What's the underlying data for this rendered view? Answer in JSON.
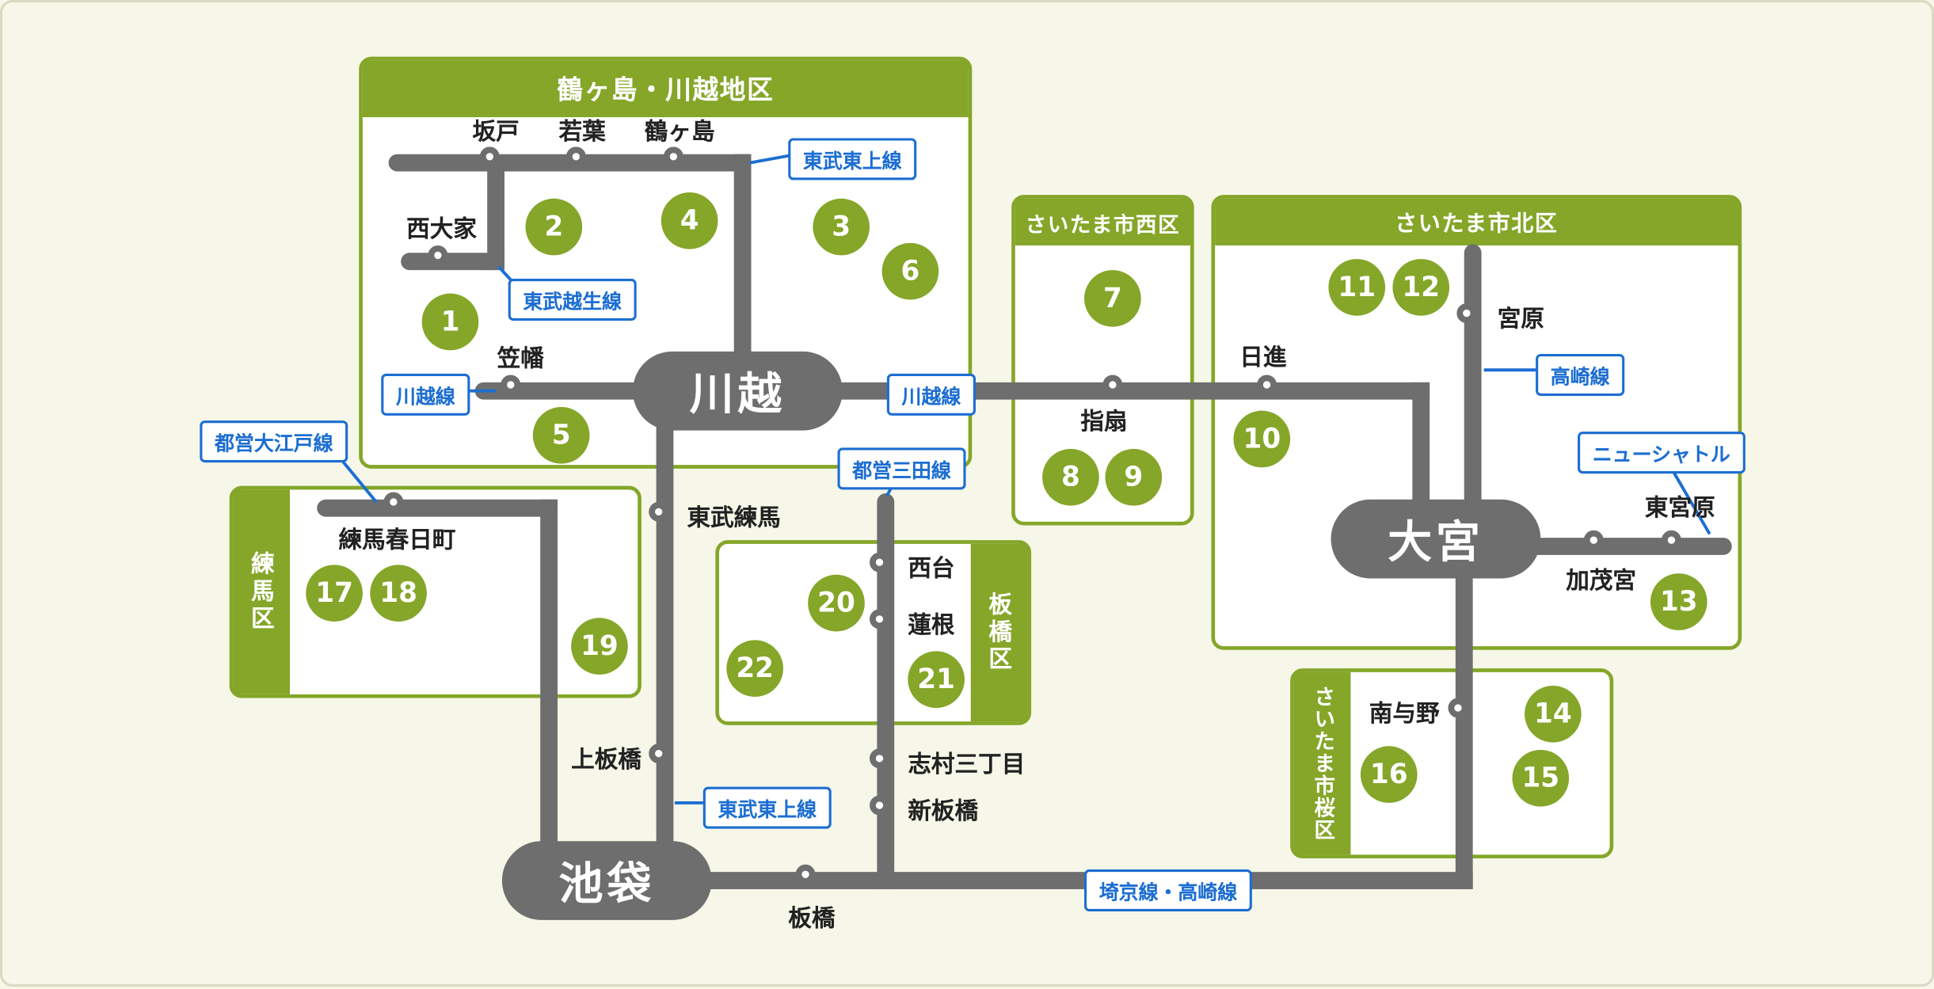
{
  "palette": {
    "background": "#f6f7e8",
    "region_green": "#85a629",
    "rail_gray": "#6e6e6e",
    "line_label_blue": "#1c6ed2",
    "station_fill": "#ffffff",
    "label_text": "#222222"
  },
  "regions": {
    "tsurugashima_kawagoe": "鶴ヶ島・川越地区",
    "saitama_nishi": "さいたま市西区",
    "saitama_kita": "さいたま市北区",
    "nerima": "練馬区",
    "itabashi": "板橋区",
    "saitama_sakura": "さいたま市桜区"
  },
  "major_stations": {
    "kawagoe": "川越",
    "omiya": "大宮",
    "ikebukuro": "池袋"
  },
  "line_labels": {
    "tobu_tojo_north": "東武東上線",
    "tobu_ogose": "東武越生線",
    "kawagoe_line_west": "川越線",
    "kawagoe_line_east": "川越線",
    "toei_oedo": "都営大江戸線",
    "takasaki_line": "高崎線",
    "new_shuttle": "ニューシャトル",
    "toei_mita": "都営三田線",
    "tobu_tojo_south": "東武東上線",
    "saikyo_takasaki": "埼京線・高崎線"
  },
  "stations": {
    "sakado": "坂戸",
    "wakaba": "若葉",
    "tsurugashima": "鶴ヶ島",
    "nishi_oya": "西大家",
    "kasahata": "笠幡",
    "tobu_nerima": "東武練馬",
    "nerima_kasugacho": "練馬春日町",
    "kami_itabashi": "上板橋",
    "itabashi": "板橋",
    "nishidai": "西台",
    "hasune": "蓮根",
    "shimura_sanchome": "志村三丁目",
    "shin_itabashi": "新板橋",
    "sashiogi": "指扇",
    "nisshin": "日進",
    "miyahara": "宮原",
    "kamonomiya": "加茂宮",
    "higashi_miyahara": "東宮原",
    "minami_yono": "南与野"
  },
  "markers": {
    "m1": "1",
    "m2": "2",
    "m3": "3",
    "m4": "4",
    "m5": "5",
    "m6": "6",
    "m7": "7",
    "m8": "8",
    "m9": "9",
    "m10": "10",
    "m11": "11",
    "m12": "12",
    "m13": "13",
    "m14": "14",
    "m15": "15",
    "m16": "16",
    "m17": "17",
    "m18": "18",
    "m19": "19",
    "m20": "20",
    "m21": "21",
    "m22": "22"
  }
}
